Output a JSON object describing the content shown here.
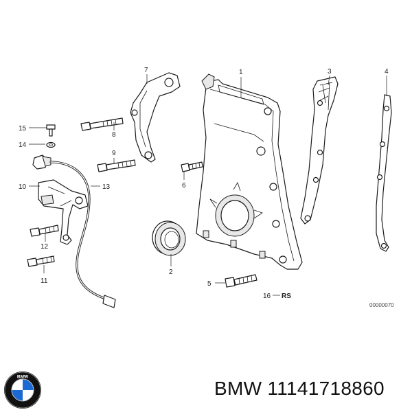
{
  "diagram": {
    "callouts": {
      "c1": "1",
      "c2": "2",
      "c3": "3",
      "c4": "4",
      "c5": "5",
      "c6": "6",
      "c7": "7",
      "c8": "8",
      "c9": "9",
      "c10": "10",
      "c11": "11",
      "c12": "12",
      "c13": "13",
      "c14": "14",
      "c15": "15",
      "c16": "16"
    },
    "rs_label": "RS",
    "reference_code": "00000070"
  },
  "footer": {
    "part_number": "BMW 11141718860",
    "logo_text": "BMW"
  },
  "colors": {
    "ink": "#1a1a1a",
    "logo_blue": "#1c69d4",
    "logo_ring": "#111111"
  }
}
